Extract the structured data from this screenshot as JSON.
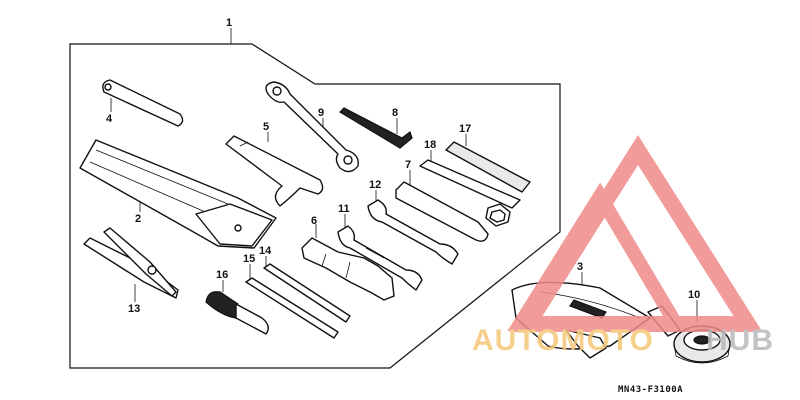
{
  "diagram": {
    "sheet_code": "MN43-F3100A",
    "callouts": [
      {
        "id": "1",
        "label": "1"
      },
      {
        "id": "2",
        "label": "2"
      },
      {
        "id": "3",
        "label": "3"
      },
      {
        "id": "4",
        "label": "4"
      },
      {
        "id": "5",
        "label": "5"
      },
      {
        "id": "6",
        "label": "6"
      },
      {
        "id": "7",
        "label": "7"
      },
      {
        "id": "8",
        "label": "8"
      },
      {
        "id": "9",
        "label": "9"
      },
      {
        "id": "10",
        "label": "10"
      },
      {
        "id": "11",
        "label": "11"
      },
      {
        "id": "12",
        "label": "12"
      },
      {
        "id": "13",
        "label": "13"
      },
      {
        "id": "14",
        "label": "14"
      },
      {
        "id": "15",
        "label": "15"
      },
      {
        "id": "16",
        "label": "16"
      },
      {
        "id": "17",
        "label": "17"
      },
      {
        "id": "18",
        "label": "18"
      }
    ]
  },
  "watermark": {
    "brand_a": "AUTOMOTO",
    "brand_b": "HUB",
    "color_triangle": "#f08a8a",
    "color_text_a": "#f6c77a",
    "color_text_b": "#b9b9b9"
  },
  "colors": {
    "ink": "#111111",
    "paper": "#ffffff"
  }
}
